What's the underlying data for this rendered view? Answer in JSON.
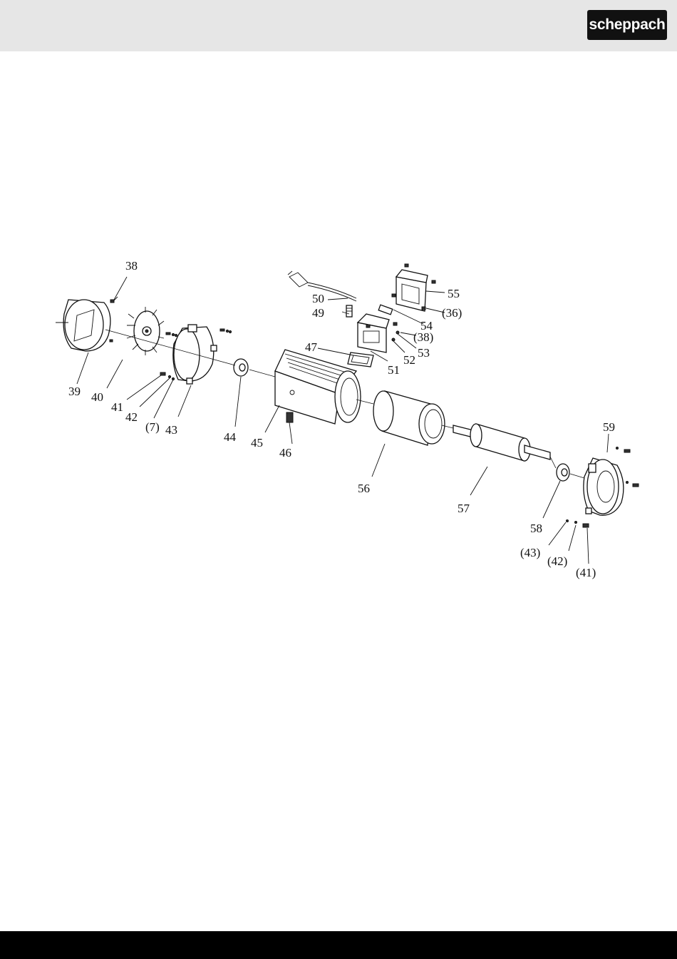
{
  "brand": {
    "logo_text": "scheppach"
  },
  "diagram": {
    "callouts": [
      "38",
      "39",
      "40",
      "41",
      "42",
      "(7)",
      "43",
      "44",
      "45",
      "46",
      "47",
      "49",
      "50",
      "51",
      "52",
      "53",
      "54",
      "55",
      "(36)",
      "(38)",
      "56",
      "57",
      "58",
      "59",
      "(43)",
      "(42)",
      "(41)"
    ]
  }
}
